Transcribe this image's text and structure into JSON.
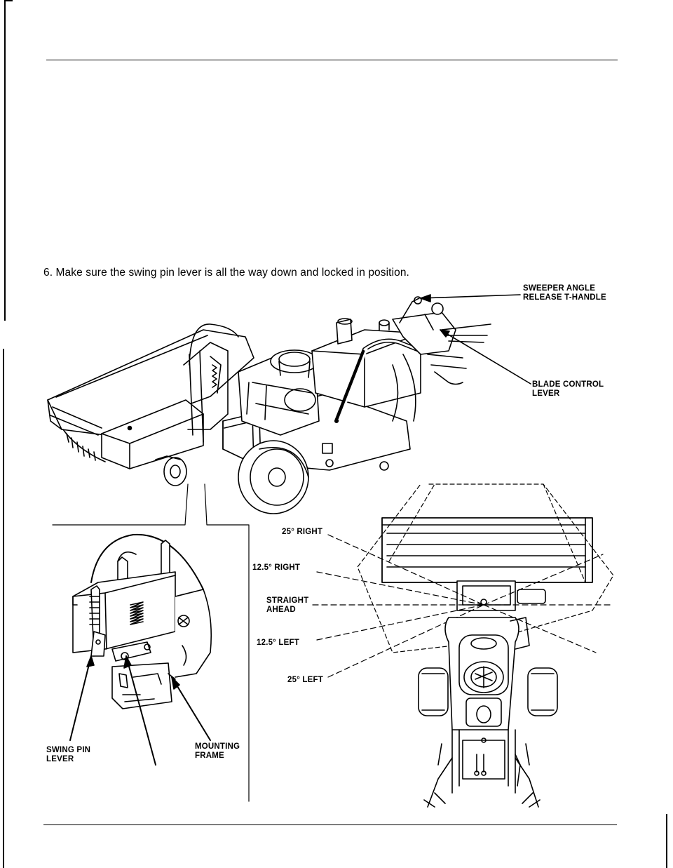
{
  "instruction": {
    "text": "6. Make sure the swing pin lever is all the way down and locked in position."
  },
  "callouts": {
    "sweeper_angle": [
      "SWEEPER ANGLE",
      "RELEASE T-HANDLE"
    ],
    "blade_control": [
      "BLADE CONTROL",
      "LEVER"
    ],
    "swing_pin_lever": [
      "SWING PIN",
      "LEVER"
    ],
    "mounting_frame": [
      "MOUNTING",
      "FRAME"
    ]
  },
  "angles": {
    "right_25": "25° RIGHT",
    "right_12_5": "12.5° RIGHT",
    "straight": [
      "STRAIGHT",
      "AHEAD"
    ],
    "left_12_5": "12.5° LEFT",
    "left_25": "25° LEFT"
  },
  "style": {
    "ink": "#000000",
    "paper": "#ffffff"
  }
}
